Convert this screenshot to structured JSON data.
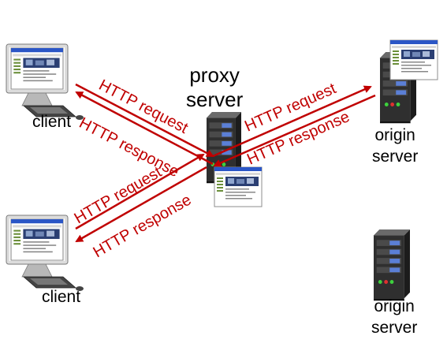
{
  "nodes": {
    "client_top": {
      "label": "client"
    },
    "client_bottom": {
      "label": "client"
    },
    "proxy": {
      "line1": "proxy",
      "line2": "server"
    },
    "origin_top": {
      "line1": "origin",
      "line2": "server"
    },
    "origin_bottom": {
      "line1": "origin",
      "line2": "server"
    }
  },
  "arrows": {
    "top_client_request": "HTTP request",
    "top_client_response": "HTTP response",
    "top_origin_request": "HTTP request",
    "top_origin_response": "HTTP response",
    "bottom_client_request": "HTTP request",
    "bottom_client_response": "HTTP response"
  },
  "colors": {
    "arrow": "#c00000",
    "server_body": "#3b3b3b",
    "server_bay": "#5b7fd6",
    "monitor_frame": "#c9c9c9",
    "screen_header": "#1f3f8f"
  },
  "icons": [
    "desktop-computer-icon",
    "server-tower-icon",
    "web-page-icon"
  ]
}
